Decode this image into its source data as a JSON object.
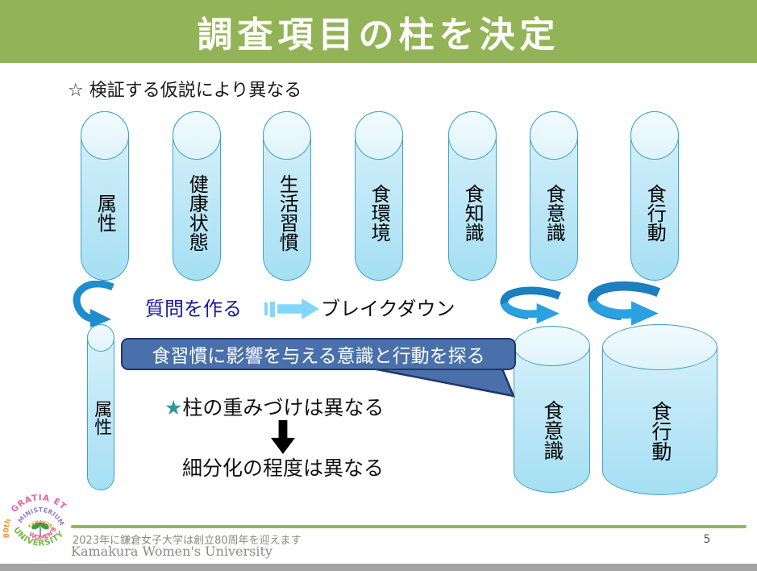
{
  "slide": {
    "title": "調査項目の柱を決定",
    "note": "☆ 検証する仮説により異なる",
    "pillars": [
      "属性",
      "健康状態",
      "生活習慣",
      "食環境",
      "食知識",
      "食意識",
      "食行動"
    ],
    "middle": {
      "make_questions": "質問を作る",
      "breakdown": "ブレイクダウン"
    },
    "callout": "食習慣に影響を与える意識と行動を探る",
    "left_pillar": "属性",
    "star": "★",
    "point_weighting": "柱の重みづけは異なる",
    "point_subdivision": "細分化の程度は異なる",
    "result_pillars": [
      "食意識",
      "食行動"
    ],
    "footer": {
      "line1": "2023年に鎌倉女子大学は創立80周年を迎えます",
      "line2": "Kamakura Women's University",
      "page": "5"
    },
    "logo": {
      "word_80th": "80th",
      "gratia": "GRATIA ET",
      "ministerium": "MINISTERIUM",
      "kamakura": "KAMAKURA",
      "womens": "WOMEN'S",
      "university": "UNIVERSITY"
    },
    "colors": {
      "banner_green": "#92b457",
      "cylinder_border": "#3ba4c7",
      "cylinder_fill_top": "#dcf2fb",
      "cylinder_fill_bottom": "#a5dff3",
      "callout_fill": "#4a70ac",
      "callout_border": "#1f3864",
      "navy_text": "#1b1b96",
      "striped_arrow_blue": "#84d6f8",
      "loop_arrow_dark": "#1b7fc0",
      "loop_arrow_light": "#2aa2e2",
      "star_teal": "#2b9a96",
      "footer_gray": "#8a8a80"
    }
  }
}
